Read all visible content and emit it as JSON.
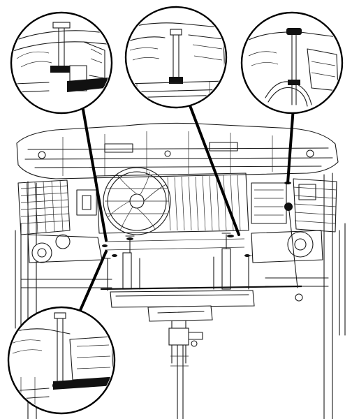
{
  "figure": {
    "kind": "technical-line-drawing",
    "subject": "front-end-module-support-fixtures-with-callout-details",
    "background_color": "#ffffff",
    "line_color": "#111111",
    "callouts": [
      {
        "id": "top-left-detail"
      },
      {
        "id": "top-center-detail"
      },
      {
        "id": "top-right-detail"
      },
      {
        "id": "bottom-left-detail"
      }
    ]
  }
}
